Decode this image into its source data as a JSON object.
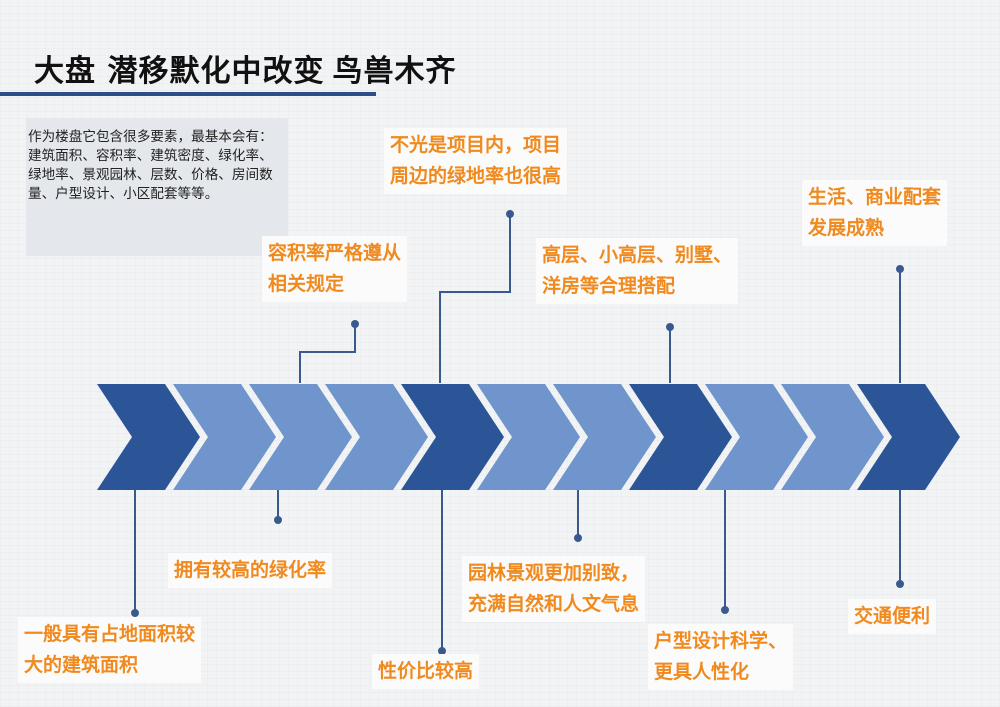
{
  "title": {
    "text": "大盘 潜移默化中改变",
    "brand": "鸟兽木齐"
  },
  "intro": {
    "text": "作为楼盘它包含很多要素，最基本会有：建筑面积、容积率、建筑密度、绿化率、绿地率、景观园林、层数、价格、房间数量、户型设计、小区配套等等。"
  },
  "colors": {
    "dark_chevron": "#2b5597",
    "light_chevron": "#6f95cc",
    "connector": "#3a5a8f",
    "note_text": "#f08a1e",
    "title_rule": "#2c4f8a"
  },
  "notes_top": [
    {
      "id": "far",
      "line1": "容积率严格遵从",
      "line2": "相关规定"
    },
    {
      "id": "greenland",
      "line1": "不光是项目内，项目",
      "line2": "周边的绿地率也很高"
    },
    {
      "id": "mix",
      "line1": "高层、小高层、别墅、",
      "line2": "洋房等合理搭配"
    },
    {
      "id": "life",
      "line1": "生活、商业配套",
      "line2": "发展成熟"
    }
  ],
  "notes_bottom": [
    {
      "id": "area",
      "line1": "一般具有占地面积较",
      "line2": "大的建筑面积"
    },
    {
      "id": "greening",
      "line1": "拥有较高的绿化率",
      "line2": ""
    },
    {
      "id": "price",
      "line1": "性价比较高",
      "line2": ""
    },
    {
      "id": "garden",
      "line1": "园林景观更加别致，",
      "line2": "充满自然和人文气息"
    },
    {
      "id": "layout",
      "line1": "户型设计科学、",
      "line2": "更具人性化"
    },
    {
      "id": "traffic",
      "line1": "交通便利",
      "line2": ""
    }
  ]
}
